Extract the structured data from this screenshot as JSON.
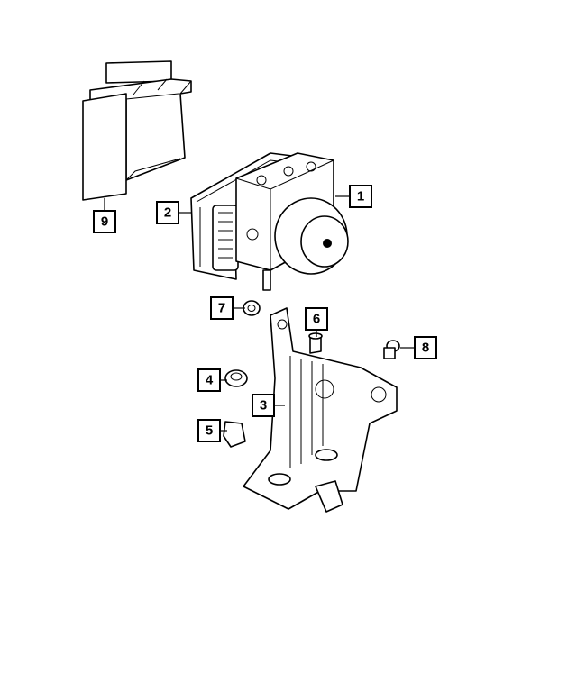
{
  "diagram": {
    "callouts": [
      {
        "id": "c1",
        "label": "1"
      },
      {
        "id": "c2",
        "label": "2"
      },
      {
        "id": "c3",
        "label": "3"
      },
      {
        "id": "c4",
        "label": "4"
      },
      {
        "id": "c5",
        "label": "5"
      },
      {
        "id": "c6",
        "label": "6"
      },
      {
        "id": "c7",
        "label": "7"
      },
      {
        "id": "c8",
        "label": "8"
      },
      {
        "id": "c9",
        "label": "9"
      }
    ]
  }
}
